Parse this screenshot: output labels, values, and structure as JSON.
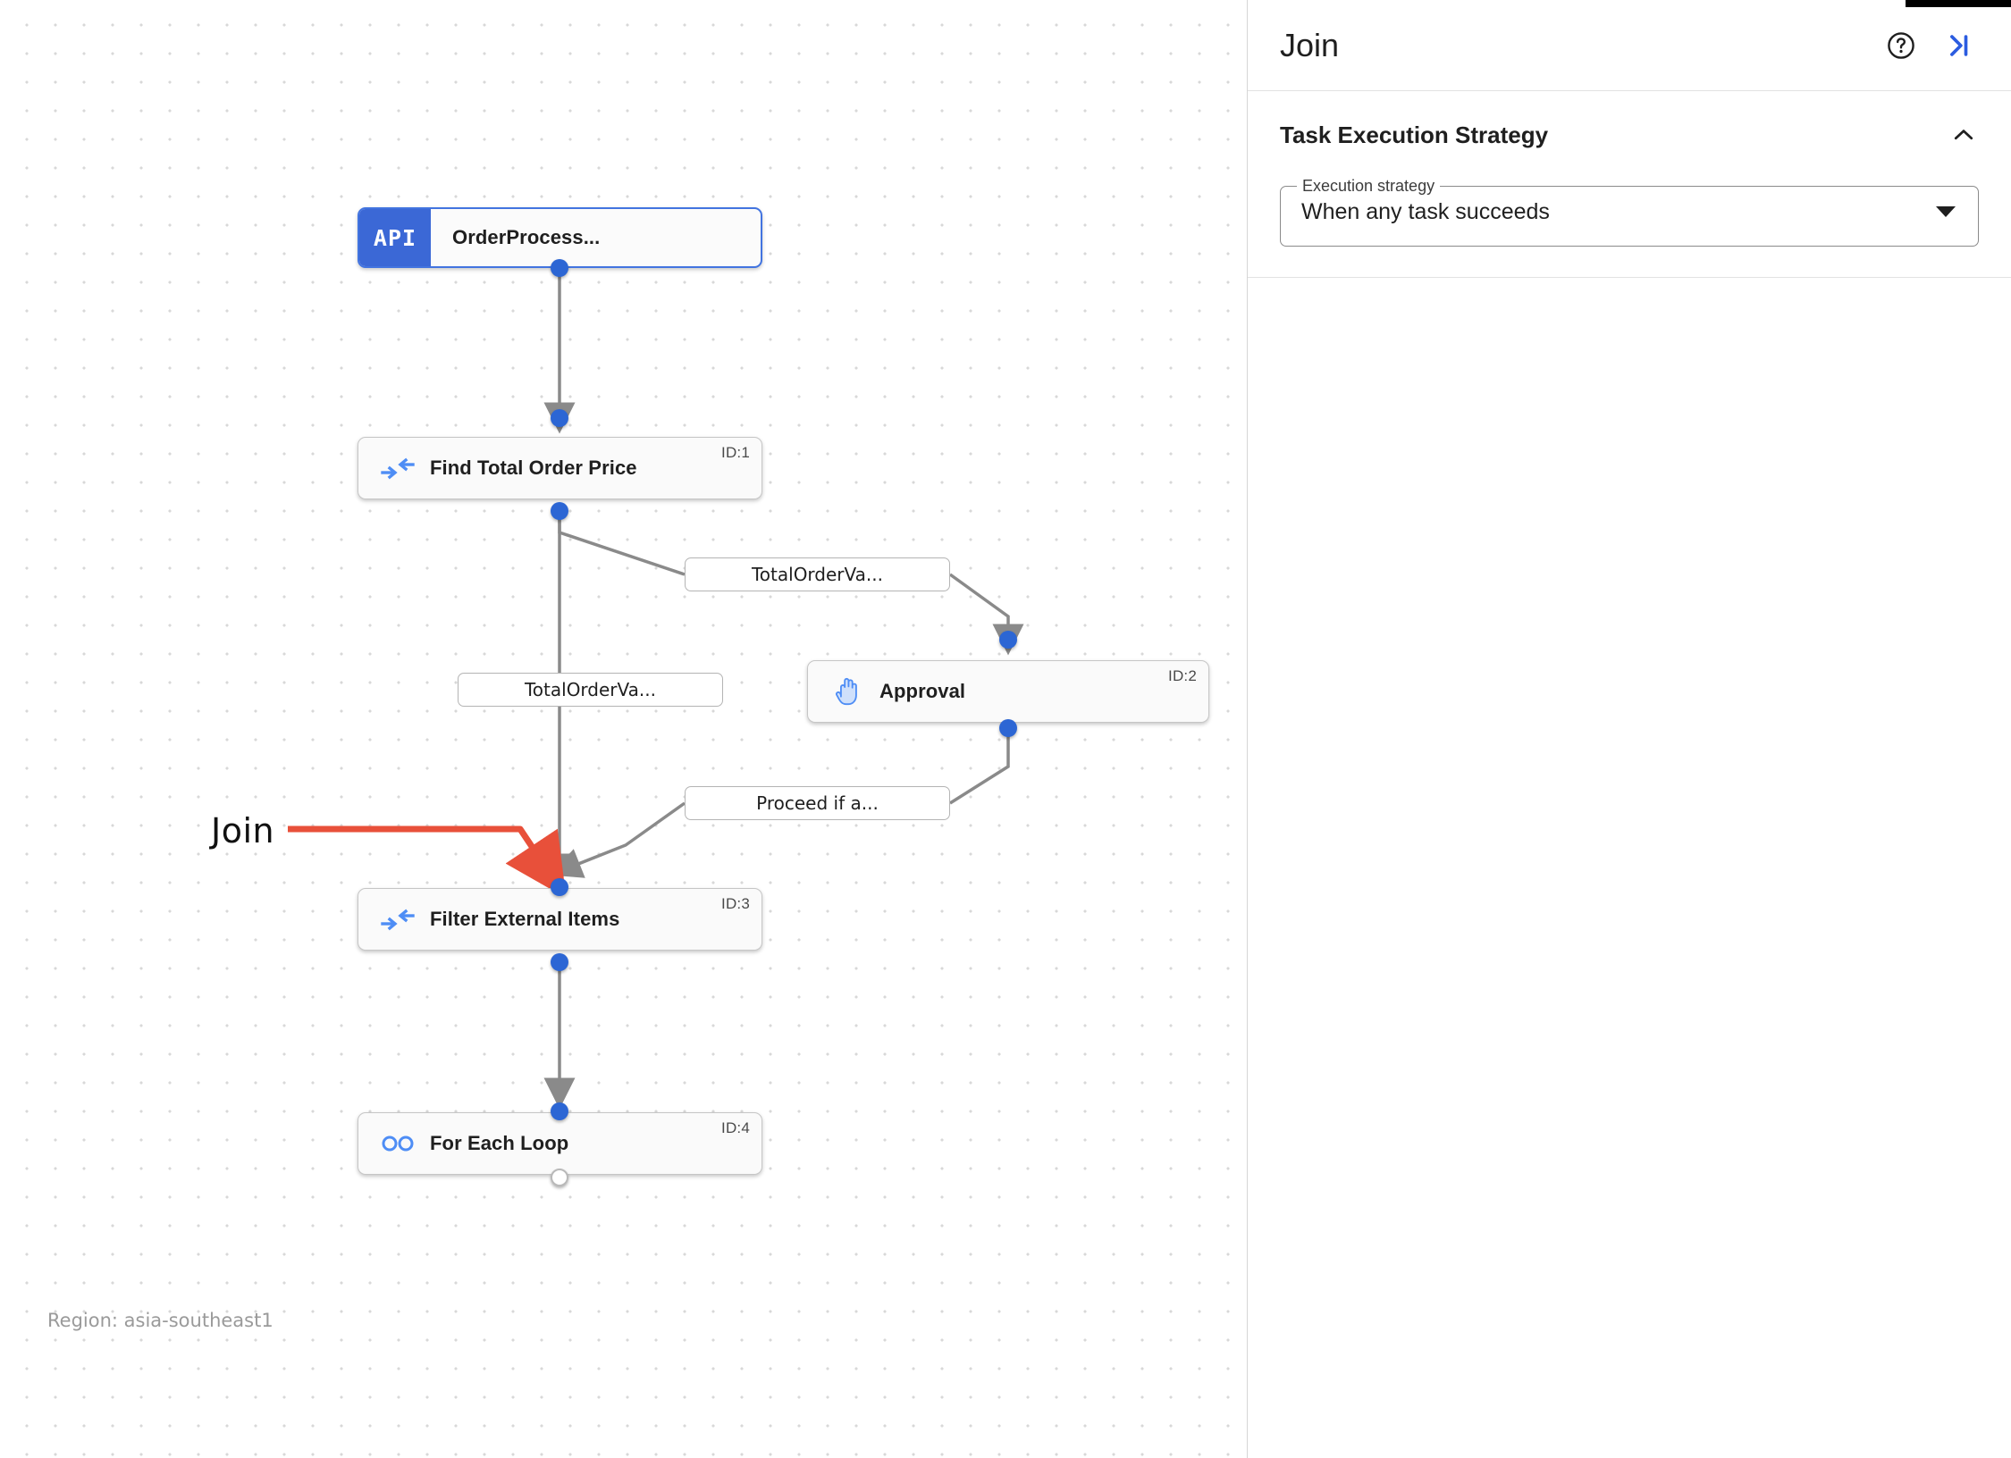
{
  "canvas": {
    "region_label": "Region: asia-southeast1",
    "annotation": {
      "text": "Join",
      "color": "#e8503a"
    },
    "nodes": [
      {
        "id": "api",
        "badge": "API",
        "title": "OrderProcess...",
        "id_label": "",
        "icon": "api-badge-icon",
        "selected": true
      },
      {
        "id": "find",
        "badge": "",
        "title": "Find Total Order Price",
        "id_label": "ID:1",
        "icon": "merge-arrows-icon",
        "selected": false
      },
      {
        "id": "approval",
        "badge": "",
        "title": "Approval",
        "id_label": "ID:2",
        "icon": "pan-tool-hand-icon",
        "selected": false
      },
      {
        "id": "filter",
        "badge": "",
        "title": "Filter External Items",
        "id_label": "ID:3",
        "icon": "merge-arrows-icon",
        "selected": false
      },
      {
        "id": "loop",
        "badge": "",
        "title": "For Each Loop",
        "id_label": "ID:4",
        "icon": "infinity-loop-icon",
        "selected": false
      }
    ],
    "edge_labels": [
      {
        "id": "edge-label-1",
        "text": "TotalOrderVa..."
      },
      {
        "id": "edge-label-2",
        "text": "TotalOrderVa..."
      },
      {
        "id": "edge-label-3",
        "text": "Proceed if a..."
      }
    ],
    "colors": {
      "node_accent": "#3b68d6",
      "port": "#2c66d4",
      "edge": "#8a8a8a",
      "grid_dot": "#d8d8d8"
    }
  },
  "panel": {
    "title": "Join",
    "help_icon": "help-circle-icon",
    "collapse_panel_icon": "collapse-right-icon",
    "section": {
      "title": "Task Execution Strategy",
      "collapse_icon": "chevron-up-icon",
      "field": {
        "label": "Execution strategy",
        "value": "When any task succeeds",
        "caret_icon": "chevron-down-icon"
      }
    }
  }
}
